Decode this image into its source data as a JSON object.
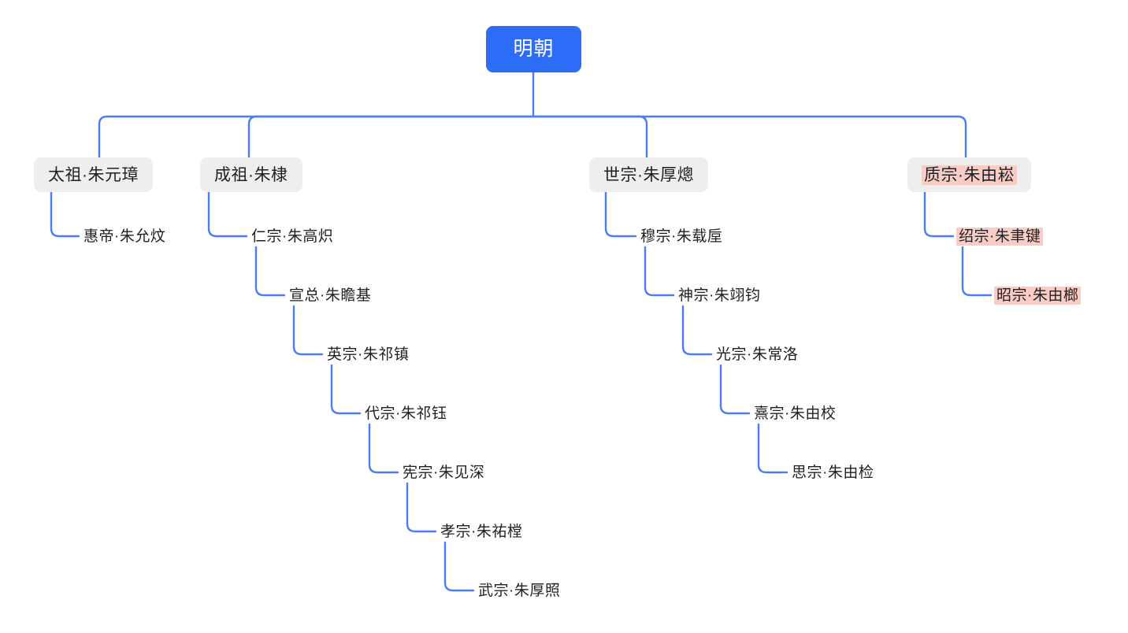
{
  "diagram": {
    "type": "mindmap-tree",
    "title_node": "明朝",
    "link_color": "#4a7ef5",
    "root_fill": "#2d6cf6",
    "root_text_color": "#ffffff",
    "box_fill": "#eeeeef",
    "text_color": "#1f2023",
    "highlight_fill": "#f9cdc6",
    "background": "#ffffff"
  },
  "nodes": {
    "root": {
      "label": "明朝",
      "style": "root",
      "highlight": false
    },
    "b1": {
      "label": "太祖·朱元璋",
      "style": "boxed",
      "highlight": false
    },
    "b1c1": {
      "label": "惠帝·朱允炆",
      "style": "leaf",
      "highlight": false
    },
    "b2": {
      "label": "成祖·朱棣",
      "style": "boxed",
      "highlight": false
    },
    "b2c1": {
      "label": "仁宗·朱高炽",
      "style": "leaf",
      "highlight": false
    },
    "b2c2": {
      "label": "宣总·朱瞻基",
      "style": "leaf",
      "highlight": false
    },
    "b2c3": {
      "label": "英宗·朱祁镇",
      "style": "leaf",
      "highlight": false
    },
    "b2c4": {
      "label": "代宗·朱祁钰",
      "style": "leaf",
      "highlight": false
    },
    "b2c5": {
      "label": "宪宗·朱见深",
      "style": "leaf",
      "highlight": false
    },
    "b2c6": {
      "label": "孝宗·朱祐樘",
      "style": "leaf",
      "highlight": false
    },
    "b2c7": {
      "label": "武宗·朱厚照",
      "style": "leaf",
      "highlight": false
    },
    "b3": {
      "label": "世宗·朱厚熜",
      "style": "boxed",
      "highlight": false
    },
    "b3c1": {
      "label": "穆宗·朱载垕",
      "style": "leaf",
      "highlight": false
    },
    "b3c2": {
      "label": "神宗·朱翊钧",
      "style": "leaf",
      "highlight": false
    },
    "b3c3": {
      "label": "光宗·朱常洛",
      "style": "leaf",
      "highlight": false
    },
    "b3c4": {
      "label": "熹宗·朱由校",
      "style": "leaf",
      "highlight": false
    },
    "b3c5": {
      "label": "思宗·朱由检",
      "style": "leaf",
      "highlight": false
    },
    "b4": {
      "label": "质宗·朱由崧",
      "style": "boxed",
      "highlight": true
    },
    "b4c1": {
      "label": "绍宗·朱聿键",
      "style": "leaf",
      "highlight": true
    },
    "b4c2": {
      "label": "昭宗·朱由榔",
      "style": "leaf",
      "highlight": true
    }
  }
}
